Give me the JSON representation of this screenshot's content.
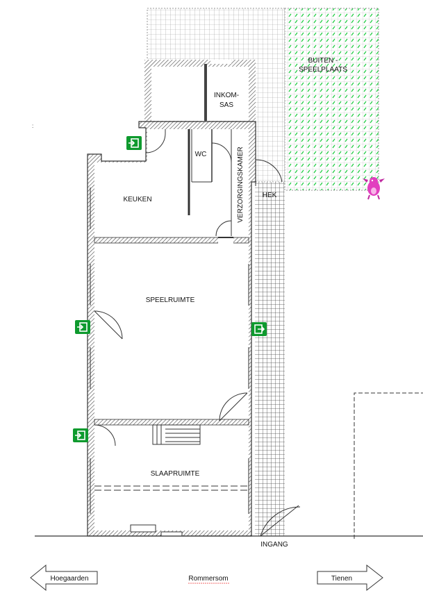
{
  "rooms": {
    "buiten_line1": "BUITEN -",
    "buiten_line2": "SPEELPLAATS",
    "inkom_line1": "INKOM-",
    "inkom_line2": "SAS",
    "wc": "WC",
    "keuken": "KEUKEN",
    "verzorgingskamer": "VERZORGINGSKAMER",
    "hek": "HEK",
    "speelruimte": "SPEELRUIMTE",
    "slaapruimte": "SLAAPRUIMTE",
    "ingang": "INGANG"
  },
  "road": {
    "left": "Hoegaarden",
    "center": "Rommersom",
    "right": "Tienen"
  },
  "colors": {
    "wall": "#333333",
    "hatch": "#444444",
    "grid": "#9a9a9a",
    "grass": "#22cc44",
    "exit_sign": "#0e9a2e",
    "mascot": "#e23fbf"
  },
  "icons": [
    "exit-sign-icon",
    "dragon-mascot-icon",
    "arrow-left-icon",
    "arrow-right-icon"
  ]
}
